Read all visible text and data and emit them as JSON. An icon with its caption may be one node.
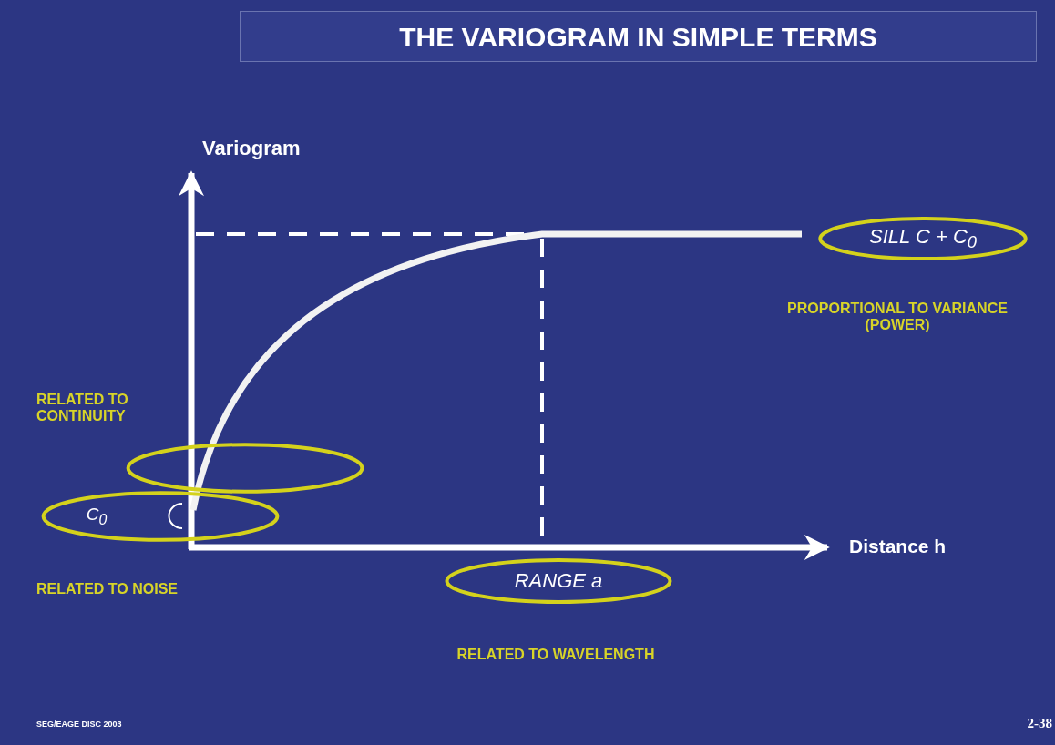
{
  "diagram": {
    "title": "THE VARIOGRAM IN SIMPLE TERMS",
    "nodes": [
      {
        "text": [
          "*SILL C + C$_{0}$*"
        ]
      },
      {
        "text": [],
        "shape": "ellipse"
      },
      {
        "text": [
          "*C$_{0}$*"
        ]
      },
      {
        "text": [
          "*RANGE a*"
        ]
      }
    ],
    "labels": [
      "Variogram",
      "PROPORTIONAL TO VARIANCE (POWER)",
      "RELATED TO CONTINUITY",
      "Distance h",
      "RELATED TO NOISE",
      "RELATED TO WAVELENGTH",
      "SEG/EAGE DISC 2003",
      "2-38"
    ]
  }
}
